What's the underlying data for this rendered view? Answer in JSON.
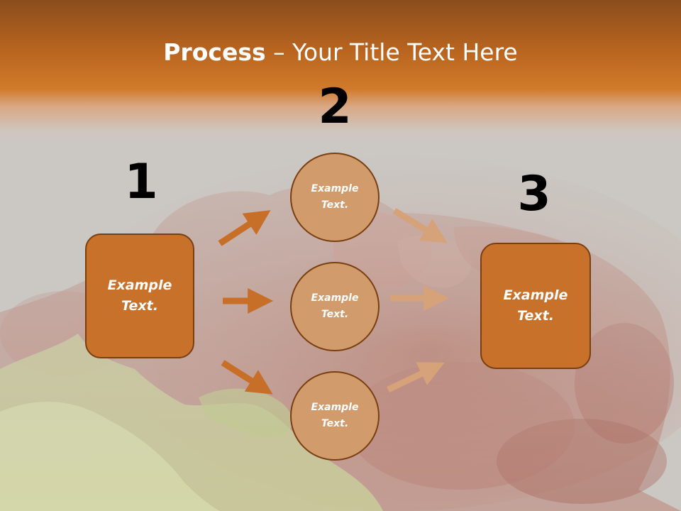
{
  "colors": {
    "header_dark": "#8a4d1d",
    "header_orange": "#d07a2a",
    "box_fill": "#c8712b",
    "circle_fill": "#d19b6c",
    "outline": "#7a3f10",
    "arrow_dark": "#c76f28",
    "arrow_light": "#d5a27a"
  },
  "header": {
    "title_bold": "Process",
    "title_rest": " – Your Title Text Here"
  },
  "steps": {
    "one": {
      "number": "1",
      "text": "Example Text."
    },
    "two": {
      "number": "2",
      "items": [
        {
          "text": "Example Text."
        },
        {
          "text": "Example Text."
        },
        {
          "text": "Example Text."
        }
      ]
    },
    "three": {
      "number": "3",
      "text": "Example Text."
    }
  }
}
